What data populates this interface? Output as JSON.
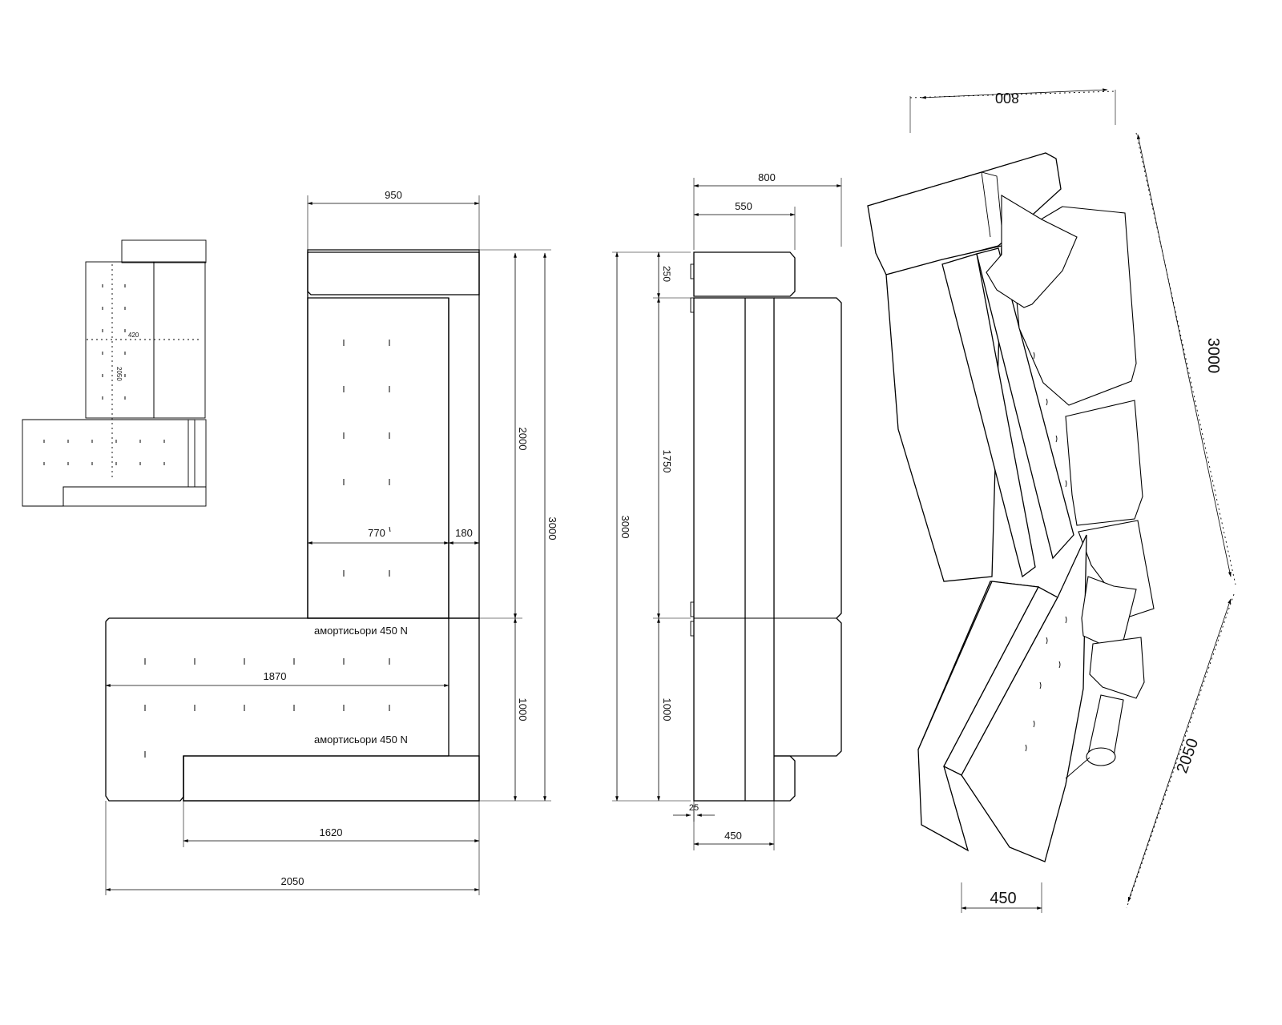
{
  "plan": {
    "dim_top_width": "950",
    "dim_seat_depth": "770",
    "dim_arm_width": "180",
    "dim_chaise_length": "1870",
    "dim_chaise_seat": "1620",
    "dim_total_width": "2050",
    "dim_upper_length": "2000",
    "dim_lower_length": "1000",
    "dim_total_length": "3000",
    "note_springs_1": "амортисьори 450 N",
    "note_springs_2": "амортисьори 450 N"
  },
  "side": {
    "dim_total_depth": "800",
    "dim_back_depth": "550",
    "dim_seat_height": "450",
    "dim_leg": "25",
    "dim_head": "250",
    "dim_mid": "1750",
    "dim_low": "1000",
    "dim_total": "3000"
  },
  "iso": {
    "dim_top": "800",
    "dim_long": "3000",
    "dim_short": "2050",
    "dim_bottom": "450"
  },
  "thumb": {
    "dim_a": "420",
    "dim_b": "2050"
  }
}
